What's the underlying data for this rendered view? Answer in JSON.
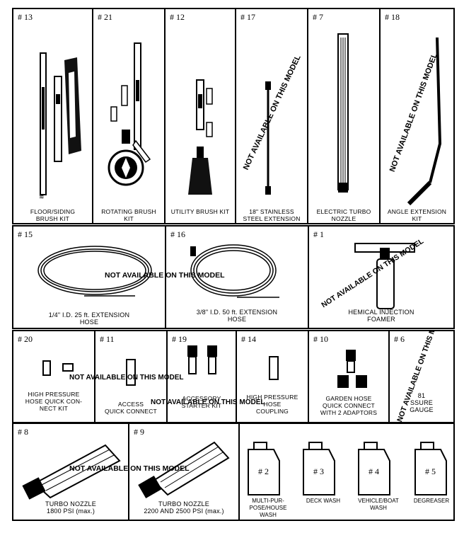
{
  "row1": [
    {
      "num": "# 13",
      "caption": "FLOOR/SIDING\nBRUSH KIT"
    },
    {
      "num": "# 21",
      "caption": "ROTATING BRUSH\nKIT"
    },
    {
      "num": "# 12",
      "caption": "UTILITY BRUSH KIT"
    },
    {
      "num": "# 17",
      "caption": "18\" STAINLESS\nSTEEL EXTENSION",
      "na": "NOT AVAILABLE ON THIS MODEL"
    },
    {
      "num": "# 7",
      "caption": "ELECTRIC TURBO\nNOZZLE"
    },
    {
      "num": "# 18",
      "caption": "ANGLE EXTENSION\nKIT",
      "na": "NOT AVAILABLE ON THIS MODEL"
    }
  ],
  "row2": [
    {
      "num": "# 15",
      "caption": "1/4\" I.D. 25 ft. EXTENSION\nHOSE"
    },
    {
      "num": "# 16",
      "caption": "3/8\" I.D. 50 ft. EXTENSION\nHOSE"
    },
    {
      "num": "# 1",
      "caption": "HEMICAL INJECTION\nFOAMER",
      "na": "NOT AVAILABLE ON THIS MODEL"
    }
  ],
  "row2_banner": "NOT AVAILABLE ON THIS MODEL",
  "row3": [
    {
      "num": "# 20",
      "caption": "HIGH PRESSURE\nHOSE QUICK CON-\nNECT KIT"
    },
    {
      "num": "# 11",
      "caption": "ACCESS\nQUICK CONNECT"
    },
    {
      "num": "# 19",
      "caption": "ACCESSORY\nSTARTER KIT"
    },
    {
      "num": "# 14",
      "caption": "HIGH PRESSURE\n  HOSE\nCOUPLING"
    },
    {
      "num": "# 10",
      "caption": "GARDEN HOSE\nQUICK CONNECT\nWITH 2 ADAPTORS"
    },
    {
      "num": "# 6",
      "caption": "81\nSSURE\nGAUGE",
      "na": "NOT AVAILABLE ON THIS MODEL"
    }
  ],
  "row3_banner_a": "NOT AVAILABLE ON THIS MODEL",
  "row3_banner_b": "NOT AVAILABLE ON THIS MODEL",
  "row4": [
    {
      "num": "# 8",
      "caption": "TURBO NOZZLE\n1800 PSI (max.)"
    },
    {
      "num": "# 9",
      "caption": "TURBO NOZZLE\n2200 AND 2500 PSI (max.)"
    }
  ],
  "row4_banner": "NOT AVAILABLE ON THIS MODEL",
  "bottles": [
    {
      "num": "# 2",
      "caption": "MULTI-PUR-\nPOSE/HOUSE\nWASH"
    },
    {
      "num": "# 3",
      "caption": "DECK WASH"
    },
    {
      "num": "# 4",
      "caption": "VEHICLE/BOAT\nWASH"
    },
    {
      "num": "# 5",
      "caption": "DEGREASER"
    }
  ]
}
